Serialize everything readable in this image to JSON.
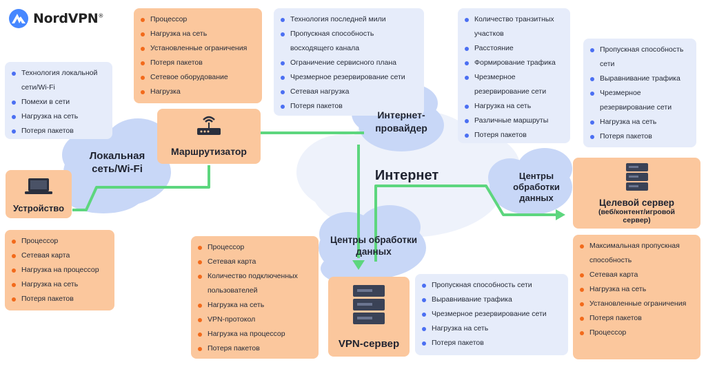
{
  "brand": {
    "name": "NordVPN",
    "mark": "®"
  },
  "clouds": {
    "local": "Локальная сеть/Wi-Fi",
    "isp": "Интернет-провайдер",
    "internet": "Интернет",
    "dc_right": "Центры обработки данных",
    "dc_bottom": "Центры обработки данных"
  },
  "nodes": {
    "device": "Устройство",
    "router": "Маршрутизатор",
    "vpn_server": "VPN-сервер",
    "target_server_title": "Целевой сервер",
    "target_server_sub": "(веб/контент/игровой сервер)"
  },
  "lists": {
    "local_network": [
      "Технология локальной сети/Wi-Fi",
      "Помехи в сети",
      "Нагрузка на сеть",
      "Потеря пакетов"
    ],
    "router": [
      "Процессор",
      "Нагрузка на сеть",
      "Установленные ограничения",
      "Потеря пакетов",
      "Сетевое оборудование",
      "Нагрузка"
    ],
    "device": [
      "Процессор",
      "Сетевая карта",
      "Нагрузка на процессор",
      "Нагрузка на сеть",
      "Потеря пакетов"
    ],
    "isp": [
      "Технология последней мили",
      "Пропускная способность восходящего канала",
      "Ограничение сервисного плана",
      "Чрезмерное резервирование сети",
      "Сетевая нагрузка",
      "Потеря пакетов"
    ],
    "internet": [
      "Количество транзитных участков",
      "Расстояние",
      "Формирование трафика",
      "Чрезмерное резервирование сети",
      "Нагрузка на сеть",
      "Различные маршруты",
      "Потеря пакетов"
    ],
    "data_center": [
      "Пропускная способность сети",
      "Выравнивание трафика",
      "Чрезмерное резервирование сети",
      "Нагрузка на сеть",
      "Потеря пакетов"
    ],
    "vpn_server": [
      "Процессор",
      "Сетевая карта",
      "Количество подключенных пользователей",
      "Нагрузка на сеть",
      "VPN-протокол",
      "Нагрузка на процессор",
      "Потеря пакетов"
    ],
    "dc_bottom": [
      "Пропускная способность сети",
      "Выравнивание трафика",
      "Чрезмерное резервирование сети",
      "Нагрузка на сеть",
      "Потеря пакетов"
    ],
    "target_server": [
      "Максимальная пропускная способность",
      "Сетевая карта",
      "Нагрузка на сеть",
      "Установленные ограничения",
      "Потеря пакетов",
      "Процессор"
    ]
  },
  "colors": {
    "path": "#5dd67e",
    "orange": "#fbc79d",
    "blue_box": "#e6ecfa",
    "cloud": "#c8d7f7",
    "bullet_blue": "#4b6ff2",
    "bullet_orange": "#f26a1b"
  }
}
